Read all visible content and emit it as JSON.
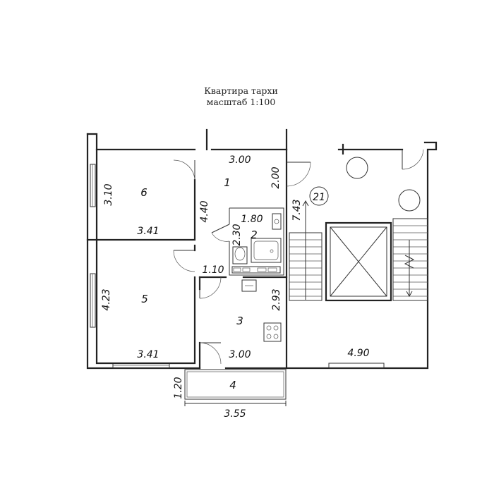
{
  "title": "Квартира тархи",
  "subtitle": "масштаб 1:100",
  "rooms": [
    {
      "number": "1"
    },
    {
      "number": "2"
    },
    {
      "number": "3"
    },
    {
      "number": "4"
    },
    {
      "number": "5"
    },
    {
      "number": "6"
    },
    {
      "number": "21"
    }
  ],
  "dimensions": {
    "room1_width": "3.00",
    "room1_depth": "2.00",
    "room1_height": "4.40",
    "room6_height": "3.10",
    "room6_width": "3.41",
    "bath_width": "1.80",
    "bath_height": "2.30",
    "wc_width": "1.10",
    "room5_height": "4.23",
    "room5_width": "3.41",
    "room3_height": "2.93",
    "room3_width": "3.00",
    "stair_height": "7.43",
    "stair_width": "4.90",
    "balcony_height": "1.20",
    "balcony_width": "3.55"
  }
}
